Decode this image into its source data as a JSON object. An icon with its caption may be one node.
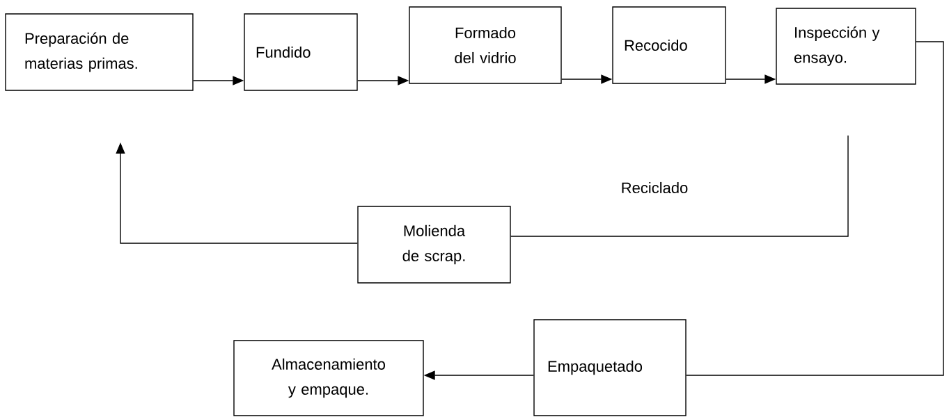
{
  "diagram": {
    "nodes": [
      {
        "text": [
          "Preparación de materias primas."
        ]
      },
      {
        "text": [
          "Fundido"
        ]
      },
      {
        "text": [
          "Formado del vidrio"
        ]
      },
      {
        "text": [
          "Recocido"
        ]
      },
      {
        "text": [
          "Inspección y ensayo."
        ]
      },
      {
        "text": [
          "Molienda de scrap."
        ]
      },
      {
        "text": [
          "Almacenamiento y empaque."
        ]
      },
      {
        "text": [
          "Empaquetado"
        ]
      }
    ],
    "edges": [
      {
        "from": 0,
        "to": 1,
        "arrow": "to"
      },
      {
        "from": 1,
        "to": 2,
        "arrow": "to"
      },
      {
        "from": 2,
        "to": 3,
        "arrow": "to"
      },
      {
        "from": 3,
        "to": 4,
        "arrow": "to"
      },
      {
        "from": 4,
        "to": 7,
        "arrow": "none"
      },
      {
        "from": 7,
        "to": 6,
        "arrow": "to"
      },
      {
        "from": null,
        "to": 5,
        "arrow": "none",
        "label": "Reciclado"
      },
      {
        "from": 5,
        "to": null,
        "arrow": "to"
      }
    ]
  }
}
